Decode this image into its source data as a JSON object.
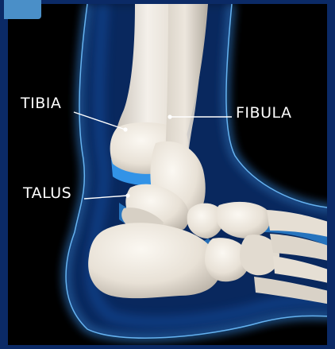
{
  "labels": {
    "tibia": "TIBIA",
    "fibula": "FIBULA",
    "talus": "TALUS"
  },
  "colors": {
    "frame": "#0b2a66",
    "background": "#000000",
    "skin_glow": "#1f7be0",
    "bone": "#ece6dc",
    "cartilage": "#4fb3ff",
    "label_text": "#ffffff",
    "corner_tab": "#4a8fc8"
  }
}
